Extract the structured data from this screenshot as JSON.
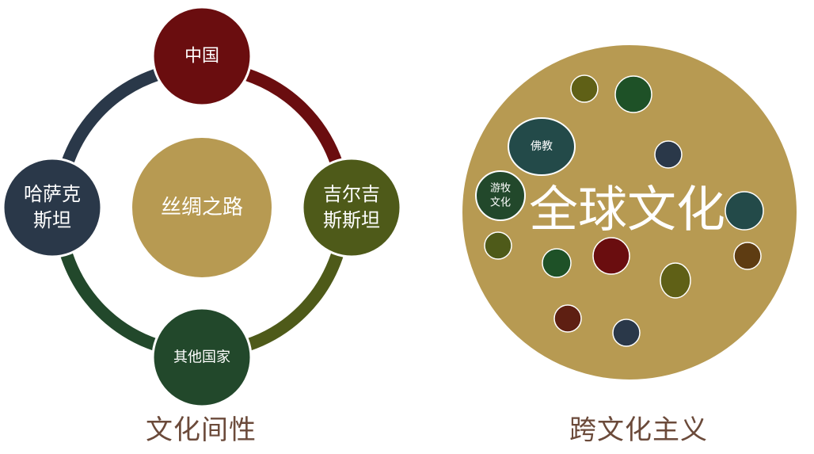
{
  "colors": {
    "gold": "#b79a52",
    "maroon": "#6a0d0f",
    "olive": "#4e5a19",
    "dark_green": "#22482b",
    "navy": "#2a3849",
    "teal": "#234a49",
    "brown": "#5e3c12",
    "red_brown": "#5e1f12",
    "forest": "#1e5127",
    "olive_light": "#5f6016",
    "caption": "#6b4a3a"
  },
  "left": {
    "center_label": "丝绸之路",
    "nodes": {
      "top": "中国",
      "right_line1": "吉尔吉",
      "right_line2": "斯斯坦",
      "bottom": "其他国家",
      "left_line1": "哈萨克",
      "left_line2": "斯坦"
    },
    "caption": "文化间性"
  },
  "right": {
    "big_label": "全球文化",
    "buddhism_label": "佛教",
    "nomad_line1": "游牧",
    "nomad_line2": "文化",
    "caption": "跨文化主义"
  }
}
